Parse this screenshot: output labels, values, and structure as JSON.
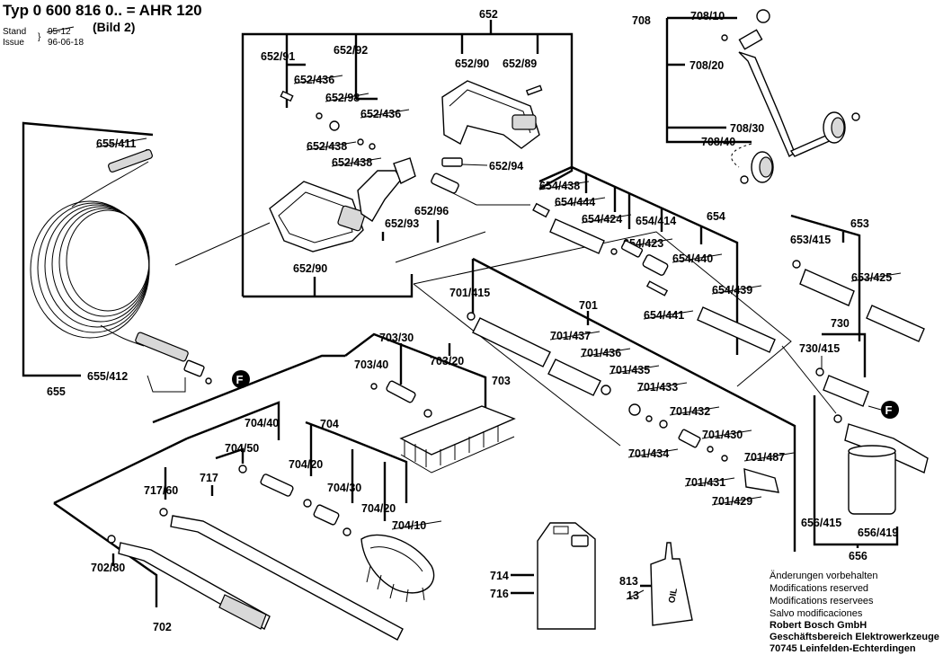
{
  "header": {
    "typ": "Typ 0 600 816 0.. = AHR 120",
    "bild": "(Bild 2)",
    "stand_label": "Stand",
    "issue_label": "Issue",
    "stand_value": "95-12",
    "issue_value": "96-06-18"
  },
  "callout_letter": "F",
  "labels": {
    "l652": "652",
    "l652_91": "652/91",
    "l652_92": "652/92",
    "l652_436a": "652/436",
    "l652_98": "652/98",
    "l652_436b": "652/436",
    "l652_438a": "652/438",
    "l652_438b": "652/438",
    "l652_90a": "652/90",
    "l652_89": "652/89",
    "l652_94": "652/94",
    "l652_96": "652/96",
    "l652_93": "652/93",
    "l652_90b": "652/90",
    "l655_411": "655/411",
    "l655_412": "655/412",
    "l655": "655",
    "l708": "708",
    "l708_10": "708/10",
    "l708_20": "708/20",
    "l708_30": "708/30",
    "l708_40": "708/40",
    "l654_438": "654/438",
    "l654_444": "654/444",
    "l654_424": "654/424",
    "l654_414": "654/414",
    "l654": "654",
    "l654_423": "654/423",
    "l654_440": "654/440",
    "l654_439": "654/439",
    "l654_441": "654/441",
    "l653": "653",
    "l653_415": "653/415",
    "l653_425": "653/425",
    "l730": "730",
    "l730_415": "730/415",
    "l701_415": "701/415",
    "l701": "701",
    "l701_437": "701/437",
    "l701_436": "701/436",
    "l701_435": "701/435",
    "l701_433": "701/433",
    "l701_432": "701/432",
    "l701_430": "701/430",
    "l701_434": "701/434",
    "l701_487": "701/487",
    "l701_431": "701/431",
    "l701_429": "701/429",
    "l703_30": "703/30",
    "l703_40": "703/40",
    "l703_20": "703/20",
    "l703": "703",
    "l704_40": "704/40",
    "l704": "704",
    "l704_50": "704/50",
    "l704_20a": "704/20",
    "l704_30": "704/30",
    "l704_20b": "704/20",
    "l704_10": "704/10",
    "l717": "717",
    "l717_60": "717/60",
    "l702_80": "702/80",
    "l702": "702",
    "l656_415": "656/415",
    "l656_419": "656/419",
    "l656": "656",
    "l714": "714",
    "l716": "716",
    "l813": "813",
    "l13": "13",
    "oil": "OIL"
  },
  "footer_notes": [
    "Änderungen vorbehalten",
    "Modifications reserved",
    "Modifications reservees",
    "Salvo modificaciones"
  ],
  "company": [
    "Robert Bosch GmbH",
    "Geschäftsbereich Elektrowerkzeuge",
    "70745 Leinfelden-Echterdingen"
  ]
}
